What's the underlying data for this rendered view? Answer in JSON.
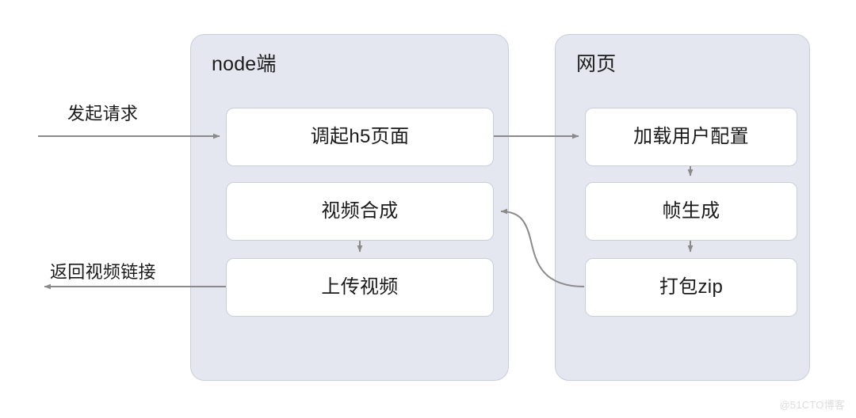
{
  "diagram": {
    "title_watermark": "@51CTO博客",
    "lanes": [
      {
        "id": "node",
        "title": "node端",
        "boxes": [
          {
            "id": "h5",
            "label": "调起h5页面"
          },
          {
            "id": "merge",
            "label": "视频合成"
          },
          {
            "id": "upload",
            "label": "上传视频"
          }
        ]
      },
      {
        "id": "web",
        "title": "网页",
        "boxes": [
          {
            "id": "config",
            "label": "加载用户配置"
          },
          {
            "id": "frame",
            "label": "帧生成"
          },
          {
            "id": "zip",
            "label": "打包zip"
          }
        ]
      }
    ],
    "edge_labels": {
      "request": "发起请求",
      "return": "返回视频链接"
    },
    "colors": {
      "lane_fill": "#e4e7f0",
      "lane_border": "#c9cedd",
      "box_fill": "#ffffff",
      "box_border": "#c9cedd",
      "text": "#1a1a1a",
      "arrow": "#8a8a8a",
      "watermark": "#dcdcdc"
    }
  }
}
